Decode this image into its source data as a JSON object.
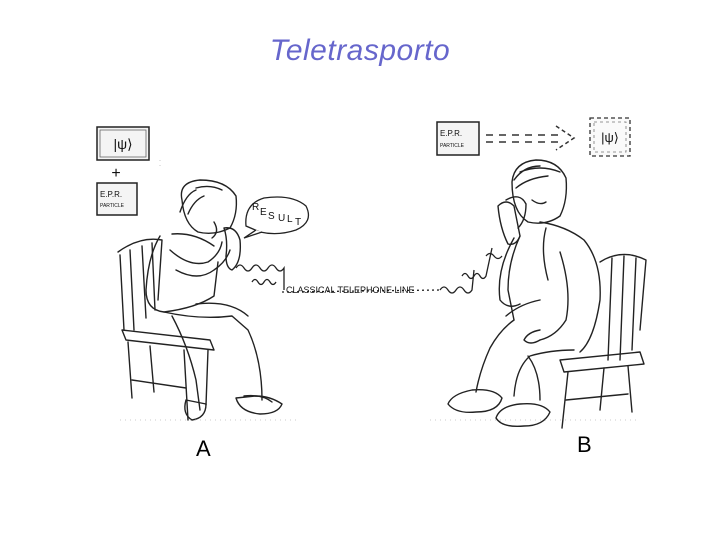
{
  "title": "Teletrasporto",
  "labels": {
    "left_person": "A",
    "right_person": "B"
  },
  "diagram": {
    "psi_state": "|ψ⟩",
    "plus": "+",
    "epr_box_line1": "E.P.R.",
    "epr_box_line2": "PARTICLE",
    "speech_bubble": [
      "R",
      "E",
      "S",
      "U",
      "L",
      "T"
    ],
    "telephone_line": "CLASSICAL TELEPHONE LINE"
  }
}
